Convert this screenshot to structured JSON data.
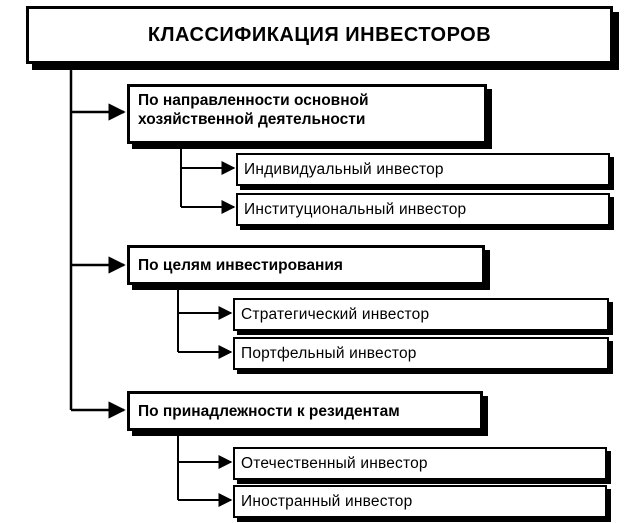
{
  "title": "КЛАССИФИКАЦИЯ ИНВЕСТОРОВ",
  "categories": [
    {
      "label": "По направленности основной хозяйственной деятельности",
      "items": [
        "Индивидуальный инвестор",
        "Институциональный инвестор"
      ]
    },
    {
      "label": "По целям инвестирования",
      "items": [
        "Стратегический инвестор",
        "Портфельный инвестор"
      ]
    },
    {
      "label": "По принадлежности к резидентам",
      "items": [
        "Отечественный инвестор",
        "Иностранный инвестор"
      ]
    }
  ]
}
